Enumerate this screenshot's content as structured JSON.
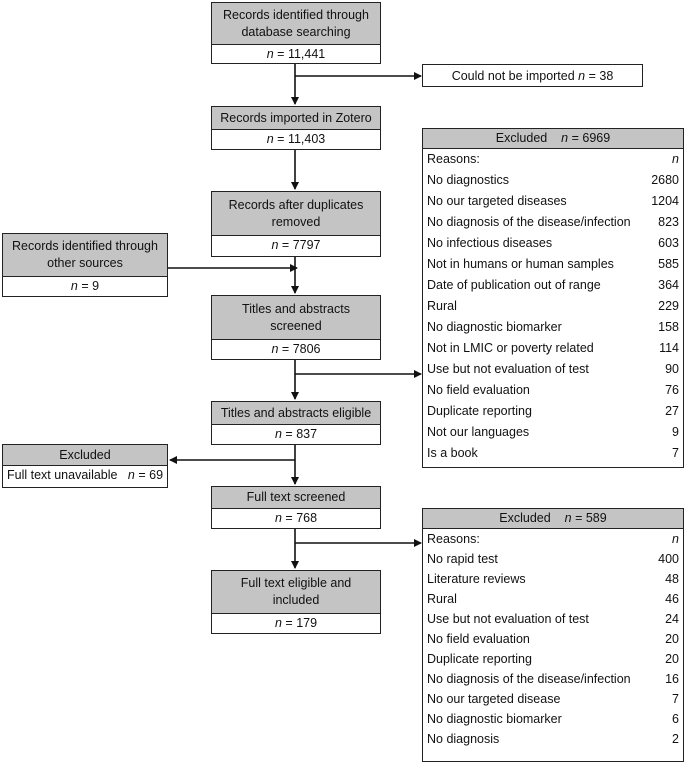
{
  "n_symbol": "n",
  "equals": "=",
  "boxes": {
    "identified": {
      "label": "Records identified through database searching",
      "n": "11,441"
    },
    "imported": {
      "label": "Records imported in Zotero",
      "n": "11,403"
    },
    "dedup": {
      "label": "Records after duplicates removed",
      "n": "7797"
    },
    "other": {
      "label": "Records identified  through other sources",
      "n": "9"
    },
    "screened": {
      "label": "Titles and abstracts screened",
      "n": "7806"
    },
    "eligible": {
      "label": "Titles and abstracts eligible",
      "n": "837"
    },
    "fulltext": {
      "label": "Full text  screened",
      "n": "768"
    },
    "included": {
      "label": "Full text eligible and included",
      "n": "179"
    }
  },
  "not_imported": {
    "label": "Could not be imported",
    "n": "38"
  },
  "fulltext_unavailable": {
    "title": "Excluded",
    "label": "Full text unavailable",
    "n": "69"
  },
  "excluded1": {
    "title": "Excluded",
    "n": "6969",
    "reasons_label": "Reasons:",
    "reasons_n": "n",
    "rows": [
      {
        "label": "No diagnostics",
        "n": "2680"
      },
      {
        "label": "No our targeted diseases",
        "n": "1204"
      },
      {
        "label": "No diagnosis of the disease/infection",
        "n": "823"
      },
      {
        "label": "No infectious diseases",
        "n": "603"
      },
      {
        "label": "Not in humans or human samples",
        "n": "585"
      },
      {
        "label": "Date of publication out of range",
        "n": "364"
      },
      {
        "label": "Rural",
        "n": "229"
      },
      {
        "label": "No diagnostic biomarker",
        "n": "158"
      },
      {
        "label": "Not in LMIC or poverty related",
        "n": "114"
      },
      {
        "label": "Use but not evaluation of test",
        "n": "90"
      },
      {
        "label": "No field evaluation",
        "n": "76"
      },
      {
        "label": "Duplicate reporting",
        "n": "27"
      },
      {
        "label": "Not our languages",
        "n": "9"
      },
      {
        "label": "Is a book",
        "n": "7"
      }
    ]
  },
  "excluded2": {
    "title": "Excluded",
    "n": "589",
    "reasons_label": "Reasons:",
    "reasons_n": "n",
    "rows": [
      {
        "label": "No rapid test",
        "n": "400"
      },
      {
        "label": "Literature reviews",
        "n": "48"
      },
      {
        "label": "Rural",
        "n": "46"
      },
      {
        "label": "Use but not evaluation of test",
        "n": "24"
      },
      {
        "label": "No field evaluation",
        "n": "20"
      },
      {
        "label": "Duplicate reporting",
        "n": "20"
      },
      {
        "label": "No diagnosis of the disease/infection",
        "n": "16"
      },
      {
        "label": "No our targeted disease",
        "n": "7"
      },
      {
        "label": "No diagnostic biomarker",
        "n": "6"
      },
      {
        "label": "No diagnosis",
        "n": "2"
      }
    ]
  }
}
